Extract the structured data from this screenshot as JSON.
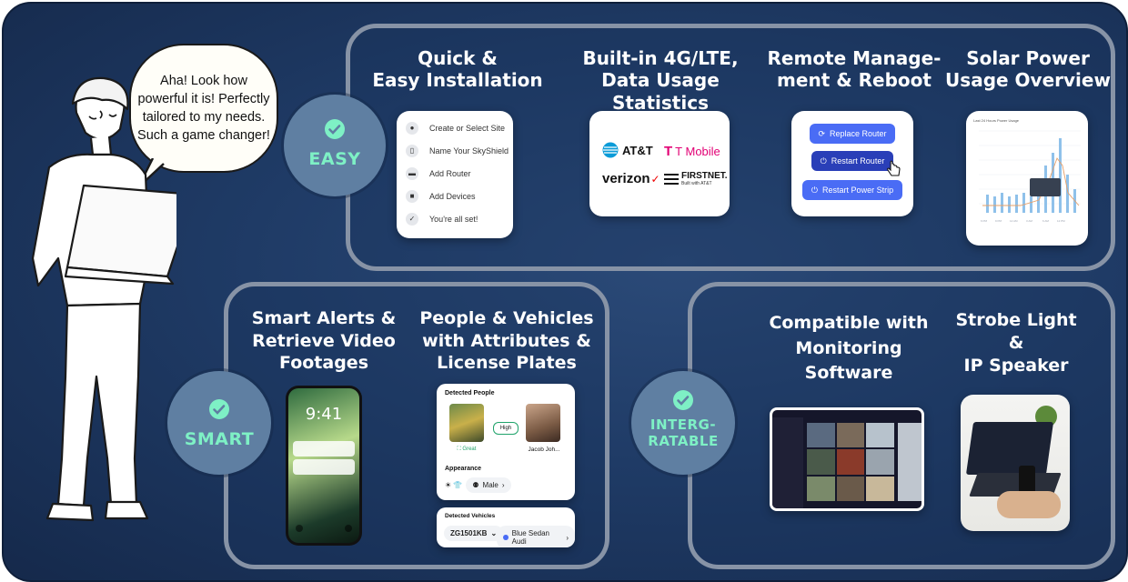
{
  "speech": "Aha! Look how powerful it is! Perfectly tailored to my needs. Such a game changer!",
  "badges": {
    "easy": "EASY",
    "smart": "SMART",
    "integratable_line1": "INTERG-",
    "integratable_line2": "RATABLE"
  },
  "features": {
    "install": {
      "line1": "Quick &",
      "line2": "Easy Installation",
      "steps": [
        "Create or Select Site",
        "Name Your SkyShield",
        "Add Router",
        "Add Devices",
        "You're all set!"
      ]
    },
    "lte": {
      "line1": "Built-in 4G/LTE,",
      "line2": "Data Usage Statistics",
      "carriers": {
        "att": "AT&T",
        "tmobile": "T Mobile",
        "verizon": "verizon",
        "firstnet": "FIRSTNET.",
        "firstnet_sub": "Built with AT&T"
      }
    },
    "remote": {
      "line1": "Remote Manage-",
      "line2": "ment & Reboot",
      "buttons": [
        "Replace Router",
        "Restart Router",
        "Restart Power Strip"
      ]
    },
    "solar": {
      "line1": "Solar Power",
      "line2": "Usage Overview",
      "chart_title": "Last 24 Hours Power Usage"
    },
    "alerts": {
      "line1": "Smart Alerts &",
      "line2": "Retrieve Video",
      "line3": "Footages",
      "phone_time": "9:41"
    },
    "people": {
      "line1": "People & Vehicles",
      "line2": "with Attributes &",
      "line3": "License Plates",
      "detected_people": "Detected People",
      "quality": "Great",
      "match": "High",
      "person_name": "Jacob Joh...",
      "appearance": "Appearance",
      "gender": "Male",
      "detected_vehicles": "Detected Vehicles",
      "plate": "ZG1501KB",
      "vehicle": "Blue Sedan Audi"
    },
    "monitoring": {
      "line1": "Compatible with",
      "line2": "Monitoring",
      "line3": "Software"
    },
    "strobe": {
      "line1": "Strobe Light",
      "line2": "&",
      "line3": "IP Speaker"
    }
  },
  "colors": {
    "accent_green": "#7ef0c5",
    "button_blue": "#3a5bf0",
    "button_dark": "#2a3fb8",
    "badge_bg": "#5f7fa2"
  }
}
